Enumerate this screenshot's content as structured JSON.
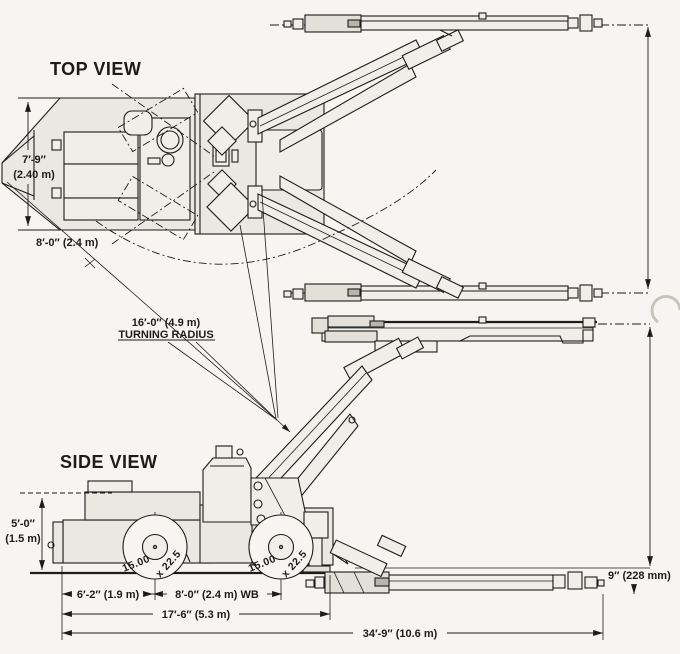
{
  "drawing": {
    "views": {
      "top": "TOP VIEW",
      "side": "SIDE VIEW"
    },
    "dims": {
      "width_ft": "7′-9″",
      "width_m": "(2.40 m)",
      "track": "8′-0″ (2.4 m)",
      "turning_value": "16′-0″ (4.9 m)",
      "turning_label": "TURNING RADIUS",
      "height_ft": "5′-0″",
      "height_m": "(1.5 m)",
      "front_overhang": "6′-2″ (1.9 m)",
      "wheelbase": "8′-0″ (2.4 m) WB",
      "carrier_length": "17′-6″ (5.3 m)",
      "overall_length": "34′-9″ (10.6 m)",
      "feed_clearance": "9″ (228 mm)"
    },
    "tires": {
      "size_line1": "15.00",
      "size_line2": "x 22.5"
    },
    "colors": {
      "ink": "#1c1c1c",
      "paper": "#f6f5f1",
      "machine_fill": "#eae8e2"
    }
  }
}
